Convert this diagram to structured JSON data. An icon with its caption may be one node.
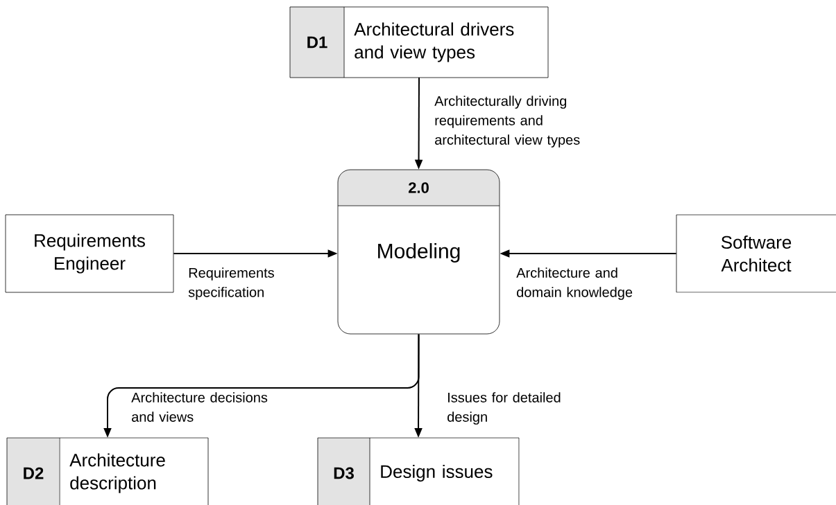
{
  "diagram": {
    "nodes": [
      {
        "text": [
          "D1",
          "Architectural drivers and view types"
        ]
      },
      {
        "text": [
          "2.0",
          "Modeling"
        ]
      },
      {
        "text": [
          "Requirements Engineer"
        ]
      },
      {
        "text": [
          "Software Architect"
        ]
      },
      {
        "text": [
          "D2",
          "Architecture description"
        ]
      },
      {
        "text": [
          "D3",
          "Design issues"
        ]
      }
    ],
    "edges": [
      {
        "from": 0,
        "to": 1,
        "arrow": "to",
        "label": "Architecturally driving requirements and architectural view types"
      },
      {
        "from": 2,
        "to": 1,
        "arrow": "to",
        "label": "Requirements specification"
      },
      {
        "from": 3,
        "to": 1,
        "arrow": "to",
        "label": "Architecture and domain knowledge"
      },
      {
        "from": 1,
        "to": 4,
        "arrow": "to",
        "label": "Architecture decisions and views"
      },
      {
        "from": 1,
        "to": 5,
        "arrow": "to",
        "label": "Issues for detailed design"
      }
    ]
  }
}
